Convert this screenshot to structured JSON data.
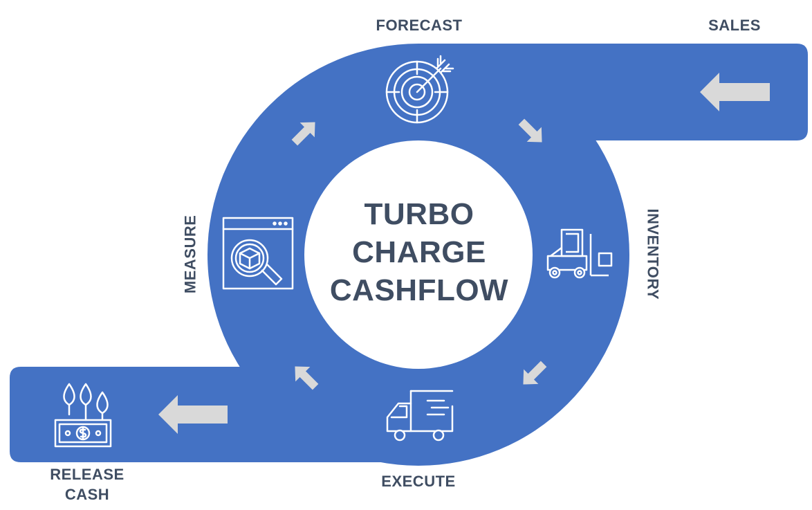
{
  "colors": {
    "band": "#4472c4",
    "arrow": "#d9d9d9",
    "text": "#3f4d62",
    "icon": "#ffffff"
  },
  "center": {
    "line1": "TURBO",
    "line2": "CHARGE",
    "line3": "CASHFLOW"
  },
  "stages": {
    "sales": {
      "label": "SALES",
      "icon": "left-arrow-icon"
    },
    "forecast": {
      "label": "FORECAST",
      "icon": "target-arrow-icon"
    },
    "inventory": {
      "label": "INVENTORY",
      "icon": "forklift-icon"
    },
    "execute": {
      "label": "EXECUTE",
      "icon": "delivery-truck-icon"
    },
    "measure": {
      "label": "MEASURE",
      "icon": "magnify-box-icon"
    },
    "release": {
      "line1": "RELEASE",
      "line2": "CASH",
      "icon": "money-plant-icon"
    }
  }
}
